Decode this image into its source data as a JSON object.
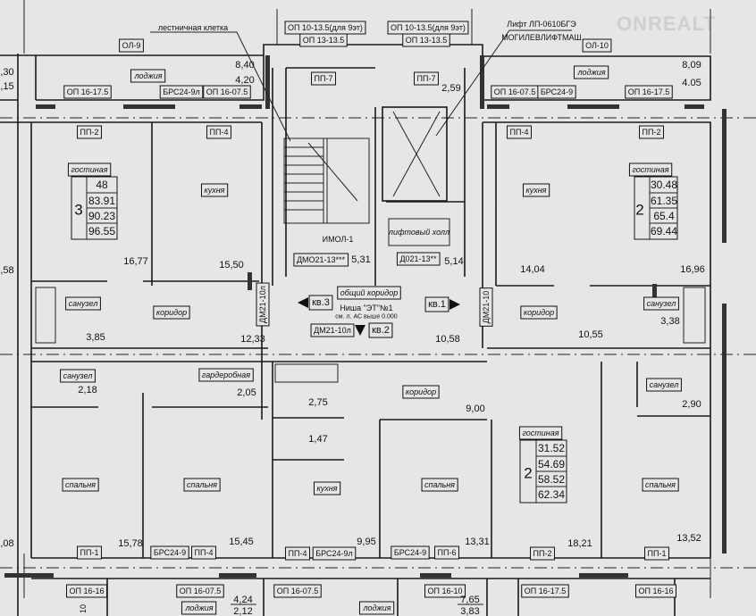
{
  "watermark": "ONREALT",
  "top": {
    "stair_label": "лестничная клетка",
    "loggia_left_mark": "ОЛ-9",
    "loggia_right_mark": "ОЛ-10",
    "lintel_stair_left": "ОП 10-13.5(для 9эт)",
    "lintel_stair_left_sub": "ОП 13-13.5",
    "lintel_stair_right": "ОП 10-13.5(для 9эт)",
    "lintel_stair_right_sub": "ОП 13-13.5",
    "lift_line1": "Лифт ЛП-0610БГЭ",
    "lift_line2": "МОГИЛЕВЛИФТМАШ",
    "loggia_left": "лоджия",
    "loggia_left_area": "8,40",
    "loggia_left_area2": "4,20",
    "loggia_right": "лоджия",
    "loggia_right_area": "8,09",
    "loggia_right_area2": "4.05",
    "edge_left_1": ",30",
    "edge_left_2": ",15",
    "marks": [
      "ОП 16-17.5",
      "БРС24-9л",
      "ОП 16-07.5",
      "ОП 16-07.5",
      "БРС24-9",
      "ОП 16-17.5"
    ],
    "panels": [
      "ПП-2",
      "ПП-4",
      "ПП-7",
      "ПП-7",
      "ПП-4",
      "ПП-2"
    ],
    "stair_vestibule_area": "2,59"
  },
  "apt3": {
    "living": "гостиная",
    "rooms_count": "3",
    "areas": [
      "48",
      "83.91",
      "90.23",
      "96.55"
    ],
    "living_area": "16,77",
    "kitchen": "кухня",
    "kitchen_area": "15,50",
    "bath": "санузел",
    "bath_area": "3,85",
    "corridor": "коридор",
    "corridor_area": "12,33",
    "door": "ДМ21-10л",
    "edge_area": ",58"
  },
  "core": {
    "chute": "ИМОЛ-1",
    "stair_door": "ДМО21-13***",
    "stair_area": "5,31",
    "lift_hall": "лифтовый холл",
    "lift_door": "Д021-13**",
    "lift_hall_area": "5,14",
    "common_corridor": "общий коридор",
    "niche": "Ниша \"ЭТ\"№1",
    "niche_note": "см. л. АС выше 0.000",
    "apt3_tag": "кв.3",
    "apt2_tag": "кв.2",
    "apt1_tag": "кв.1",
    "apt2_door": "ДМ21-10л",
    "corridor_area": "10,58"
  },
  "apt1": {
    "living": "гостиная",
    "rooms_count": "2",
    "areas": [
      "30.48",
      "61.35",
      "65.4",
      "69.44"
    ],
    "kitchen": "кухня",
    "kitchen_area": "14,04",
    "living_area": "16,96",
    "door": "ДМ21-10",
    "corridor": "коридор",
    "corridor_area": "10,55",
    "bath": "санузел",
    "bath_area": "3,38"
  },
  "lower": {
    "bath_left": "санузел",
    "bath_left_area": "2,18",
    "wardrobe": "гардеробная",
    "wardrobe_area": "2,05",
    "bath2_area": "2,75",
    "wc2_area": "1,47",
    "corridor2": "коридор",
    "corridor2_area": "9,00",
    "bath_right": "санузел",
    "bath_right_area": "2,90",
    "apt2_living": "гостиная",
    "apt2_rooms_count": "2",
    "apt2_areas": [
      "31.52",
      "54.69",
      "58.52",
      "62.34"
    ],
    "bedrooms": [
      "спальня",
      "спальня",
      "спальня",
      "спальня"
    ],
    "kitchen2": "кухня",
    "room_areas": [
      ",08",
      "15,78",
      "15,45",
      "9,95",
      "13,31",
      "18,21",
      "13,52"
    ],
    "panels": [
      "ПП-1",
      "БРС24-9",
      "ПП-4",
      "ПП-4",
      "БРС24-9л",
      "БРС24-9",
      "ПП-6",
      "ПП-2",
      "ПП-1"
    ],
    "lintels": [
      "ОП 16-16",
      "ОП 16-07.5",
      "ОП 16-07.5",
      "ОП 16-10",
      "ОП 16-17.5",
      "ОП 16-16"
    ],
    "loggia_a": "лоджия",
    "loggia_a_area": "4,24",
    "loggia_a_area2": "2,12",
    "loggia_b": "лоджия",
    "loggia_b_area": "7,65",
    "loggia_b_area2": "3,83",
    "edge_mark": "10"
  }
}
